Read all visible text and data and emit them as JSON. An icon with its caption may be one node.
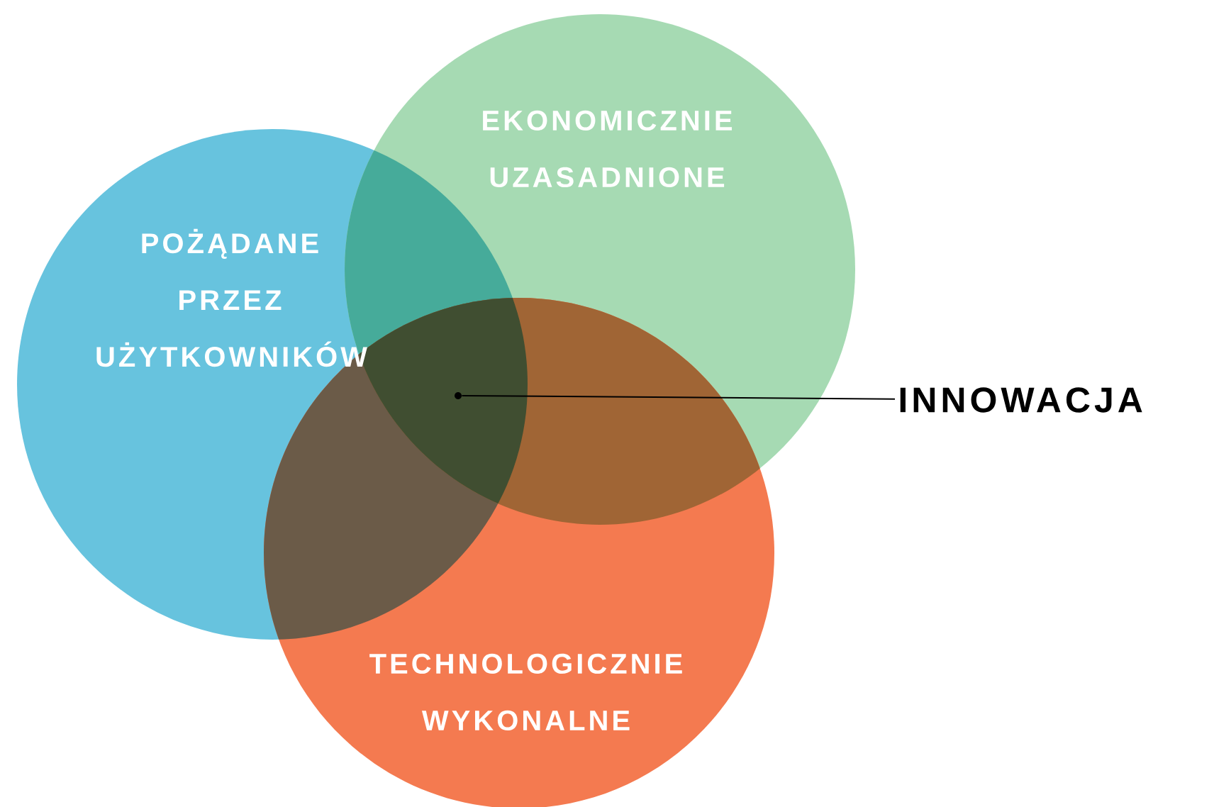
{
  "diagram": {
    "nodes": [
      {
        "text": [
          "POŻĄDANE PRZEZ UŻYTKOWNIKÓW"
        ]
      },
      {
        "text": [
          "EKONOMICZNIE UZASADNIONE"
        ]
      },
      {
        "text": [
          "TECHNOLOGICZNIE WYKONALNE"
        ]
      },
      {
        "text": [
          "INNOWACJA"
        ]
      },
      {
        "text": [],
        "shape": "circle"
      }
    ],
    "edges": [
      {
        "from": 3,
        "to": 4,
        "arrow": "none"
      }
    ]
  }
}
